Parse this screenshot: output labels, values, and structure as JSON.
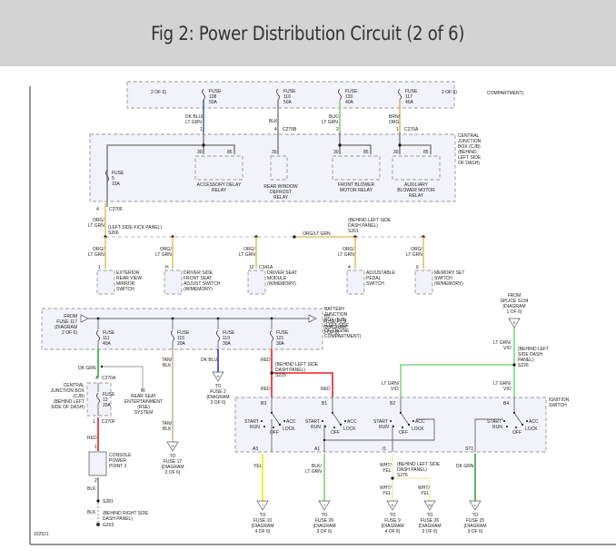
{
  "header": {
    "title": "Fig 2: Power Distribution Circuit (2 of 6)"
  },
  "colors": {
    "header_bg": "#d3d3d3",
    "box_fill": "#f2f2fa",
    "wire_dk_blu_lt_grn": "#3b6ea5",
    "wire_blk": "#8a8a8a",
    "wire_blk_lt_grn": "#8ccf7e",
    "wire_brn_org": "#d8b878",
    "wire_org_lt_grn": "#e0c46a",
    "wire_dk_grn": "#3aa23a",
    "wire_tan_blk": "#cdb898",
    "wire_dk_blu": "#2a3fb0",
    "wire_red": "#e82020",
    "wire_lt_grn_vio": "#7fd87f",
    "wire_yel": "#f0f000",
    "wire_wht_yel": "#f0eec0"
  },
  "top_fuses": [
    {
      "label": "FUSE",
      "num": "108",
      "amps": "50A"
    },
    {
      "label": "FUSE",
      "num": "116",
      "amps": "50A"
    },
    {
      "label": "FUSE",
      "num": "120",
      "amps": "40A"
    },
    {
      "label": "FUSE",
      "num": "117",
      "amps": "40A"
    }
  ],
  "top_notes": {
    "left": "2 OF 6)",
    "right": "2 OF 6)",
    "compartment": "COMPARTMENT)"
  },
  "top_wires": {
    "w1": [
      "DK BLU/",
      "LT GRN"
    ],
    "w2": [
      "BLK"
    ],
    "w3": [
      "BLK/",
      "LT GRN"
    ],
    "w4": [
      "BRN/",
      "ORG"
    ],
    "c270b": "C270B",
    "c270a": "C270A",
    "pin1": "1",
    "pin4": "4",
    "pin2": "2",
    "pin1b": "1"
  },
  "cjb": {
    "label": [
      "CENTRAL",
      "JUNCTION",
      "BOX (CJB)",
      "(BEHIND",
      "LEFT SIDE",
      "OF DASH)"
    ],
    "fuse": {
      "label": "FUSE",
      "num": "5",
      "amps": "15A"
    },
    "relays": [
      {
        "name": [
          "ACCESSORY DELAY",
          "RELAY"
        ],
        "pins": [
          "30",
          "85"
        ]
      },
      {
        "name": [
          "REAR WINDOW",
          "DEFROST",
          "RELAY"
        ],
        "pins": [
          "30"
        ]
      },
      {
        "name": [
          "FRONT BLOWER",
          "MOTOR RELAY"
        ],
        "pins": [
          "30",
          "85"
        ]
      },
      {
        "name": [
          "AUXILIARY",
          "BLOWER MOTOR",
          "RELAY"
        ],
        "pins": [
          "30",
          "85"
        ]
      }
    ]
  },
  "splice_row": {
    "c270f": "C270F",
    "pin4": "4",
    "wire_color": [
      "ORG/",
      "LT GRN"
    ],
    "s266_loc": "(LEFT SIDE KICK PANEL)",
    "s266": "S266",
    "s261_loc": [
      "(BEHIND LEFT SIDE",
      "DASH PANEL)"
    ],
    "s261": "S261",
    "mid_wire": "ORG/LT GRN"
  },
  "devices": [
    {
      "pin": "1",
      "name": [
        "EXTERIOR",
        "REAR VIEW",
        "MIRROR",
        "SWITCH"
      ]
    },
    {
      "pin": "H",
      "name": [
        "DRIVER SIDE",
        "FRONT SEAT",
        "ADJUST SWITCH",
        "(W/MEMORY)"
      ]
    },
    {
      "pin": "12",
      "conn": "C341A",
      "name": [
        "DRIVER SEAT",
        "MODULE",
        "(W/MEMORY)"
      ]
    },
    {
      "pin": "4",
      "name": [
        "ADJUSTABLE",
        "PEDAL",
        "SWITCH"
      ]
    },
    {
      "pin": "6",
      "name": [
        "MEMORY SET",
        "SWITCH",
        "(W/MEMORY)"
      ]
    }
  ],
  "bjb": {
    "label": [
      "BATTERY",
      "JUNCTION",
      "BOX (BJB)",
      "(LEFT SIDE",
      "OF ENGINE",
      "COMPARTMENT)"
    ],
    "from": [
      "FROM",
      "FUSE 117",
      "(DIAGRAM",
      "2 OF 6)"
    ],
    "to": [
      "TO",
      "FUSE F1.9",
      "(DIAGRAM",
      "2 OF 6)"
    ],
    "fuses": [
      {
        "label": "FUSE",
        "num": "111",
        "amps": "40A"
      },
      {
        "label": "FUSE",
        "num": "115",
        "amps": "20A"
      },
      {
        "label": "FUSE",
        "num": "119",
        "amps": "30A"
      },
      {
        "label": "FUSE",
        "num": "121",
        "amps": "30A"
      }
    ]
  },
  "lower_left": {
    "dk_grn": "DK GRN",
    "c270a": "C270A",
    "pin4": "4",
    "cjb_label": [
      "CENTRAL",
      "JUNCTION BOX",
      "(CJB)",
      "(BEHIND LEFT",
      "SIDE OF DASH)"
    ],
    "fuse": {
      "label": "FUSE",
      "num": "12",
      "amps": "20A"
    },
    "rse_wire": "W",
    "rse": [
      "REAR SEAT",
      "ENTERTAINMENT",
      "(RSE)",
      "SYSTEM"
    ],
    "c270f": "C270F",
    "pin1": "1",
    "red": "RED",
    "pin1b": "1",
    "console": [
      "CONSOLE",
      "POWER",
      "POINT 2"
    ],
    "pin2": "2",
    "blk": "BLK",
    "s281": "S281",
    "blk2": "BLK",
    "g203_loc": [
      "(BEHIND RIGHT SIDE",
      "DASH PANEL)"
    ],
    "g203": "G203",
    "figure_id": "152521"
  },
  "tan_blk": {
    "color": [
      "TAN/",
      "BLK"
    ],
    "conn": "G",
    "to": [
      "TO",
      "FUSE 17",
      "(DIAGRAM",
      "3 OF 6)"
    ]
  },
  "dk_blu": {
    "color": "DK BLU",
    "conn": "H",
    "to": [
      "TO",
      "FUSE 2",
      "(DIAGRAM",
      "3 OF 6)"
    ]
  },
  "red_splice": {
    "red": "RED",
    "loc": [
      "(BEHIND LEFT SIDE",
      "DASH PANEL)"
    ],
    "splice": "S225",
    "red2": "RED",
    "red3": "RED"
  },
  "ign_feed": {
    "from": [
      "FROM",
      "SPLICE S134",
      "(DIAGRAM",
      "1 OF 6)"
    ],
    "conn": "E",
    "color": [
      "LT GRN/",
      "VIO"
    ],
    "loc": [
      "(BEHIND LEFT",
      "SIDE DASH",
      "PANEL)"
    ],
    "splice": "S226",
    "color2": [
      "LT GRN/",
      "VIO"
    ],
    "color3": [
      "LT GRN/",
      "VIO"
    ]
  },
  "ignition": {
    "label": [
      "IGNITION",
      "SWITCH"
    ],
    "pins_in": [
      "B3",
      "B1",
      "B2",
      "B4"
    ],
    "positions": [
      "START",
      "RUN",
      "OFF",
      "LOCK",
      "ACC"
    ],
    "pins_out": [
      "A3",
      "A1",
      "I1",
      "ST1"
    ]
  },
  "outputs": [
    {
      "color": [
        "YEL"
      ],
      "conn": "I",
      "to": [
        "TO",
        "FUSE 10",
        "(DIAGRAM",
        "4 OF 6)"
      ]
    },
    {
      "color": [
        "BLK/",
        "LT GRN"
      ],
      "conn": "J",
      "to": [
        "TO",
        "FUSE 26",
        "(DIAGRAM",
        "3 OF 6)"
      ]
    },
    {
      "color": [
        "WHT/",
        "YEL"
      ],
      "conn": "K",
      "to": [
        "TO",
        "FUSE 9",
        "(DIAGRAM",
        "4 OF 6)"
      ]
    },
    {
      "color": [
        "WHT/",
        "YEL"
      ],
      "conn": "M",
      "to": [
        "TO",
        "FUSE 26",
        "(DIAGRAM",
        "3 OF 6)"
      ]
    },
    {
      "color": [
        "DK GRN"
      ],
      "conn": "L",
      "to": [
        "TO",
        "FUSE 25",
        "(DIAGRAM",
        "3 OF 6)"
      ]
    }
  ],
  "wht_yel_splice": {
    "color": [
      "WHT/",
      "YEL"
    ],
    "loc": [
      "(BEHIND LEFT SIDE",
      "DASH PANEL)"
    ],
    "splice": "S276"
  }
}
